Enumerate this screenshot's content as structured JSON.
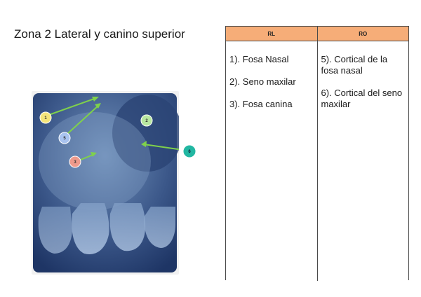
{
  "slide": {
    "title": "Zona 2 Lateral y canino superior"
  },
  "xray": {
    "markers": [
      "1",
      "2",
      "3",
      "5",
      "6"
    ],
    "colors": {
      "marker_1": "#f3e47a",
      "marker_2": "#b8e7a0",
      "marker_3": "#ee9a8c",
      "marker_5": "#a9c3ef",
      "marker_6": "#22b7a2",
      "arrow": "#7fd14b"
    }
  },
  "table": {
    "header_color": "#f6ad78",
    "columns": [
      {
        "header": "RL",
        "items": [
          "1). Fosa Nasal",
          "2). Seno maxilar",
          "3). Fosa canina"
        ]
      },
      {
        "header": "RO",
        "items": [
          "5). Cortical de la fosa nasal",
          "6). Cortical del seno maxilar"
        ]
      }
    ]
  }
}
